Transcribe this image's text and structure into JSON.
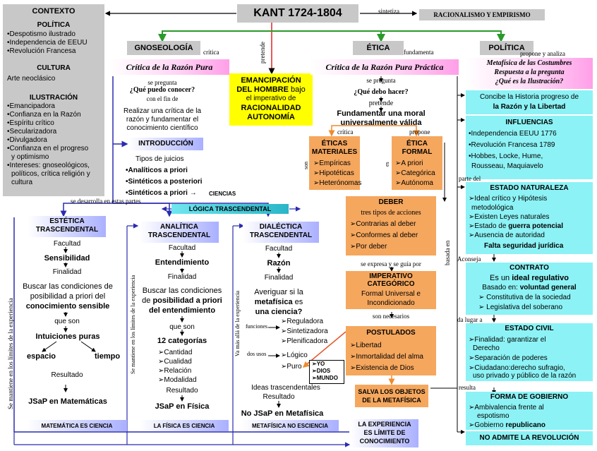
{
  "title": "KANT 1724-1804",
  "sintetiza": "sintetiza",
  "racionalismo": "RACIONALISMO Y EMPIRISMO",
  "contexto": {
    "title": "CONTEXTO",
    "politica_title": "POLÍTICA",
    "politica_items": [
      "•Despotismo ilustrado",
      "•Independencia de EEUU",
      "•Revolución Francesa"
    ],
    "cultura_title": "CULTURA",
    "cultura_text": "Arte neoclásico",
    "ilustracion_title": "ILUSTRACIÓN",
    "ilustracion_items": [
      "•Emancipadora",
      "•Confianza en la Razón",
      "•Espíritu crítico",
      "•Secularizadora",
      "•Divulgadora",
      "•Confianza en el progreso",
      "y optimismo",
      "•Intereses: gnoseológicos,",
      "políticos, crítica religión y",
      "cultura"
    ]
  },
  "gnoseologia": {
    "title": "GNOSEOLOGÍA",
    "critica": "crítica",
    "book": "Crítica de la Razón Pura",
    "se_pregunta": "se pregunta",
    "question": "¿Qué puedo conocer?",
    "con_el_fin": "con el fin de",
    "aim": [
      "Realizar una crítica de la",
      "razón y fundamentar el",
      "conocimiento científico"
    ],
    "intro_title": "INTRODUCCIÓN",
    "tipos": "Tipos de juicios",
    "juicios": [
      "•Analíticos a priori",
      "•Sintéticos a posteriori",
      "•Sintéticos a priori →"
    ],
    "ciencias": "CIENCIAS",
    "se_desarrolla": "se desarrolla en estas partes",
    "logica": "LÓGICA TRASCENDENTAL"
  },
  "pretende_top": "pretende",
  "emancipacion": {
    "l1": "EMANCIPACIÓN",
    "l2": "DEL HOMBRE",
    "l2b": "bajo",
    "l3": "el imperativo de",
    "l4": "RACIONALIDAD",
    "l5": "AUTONOMÍA"
  },
  "etica": {
    "title": "ÉTICA",
    "fundamenta": "fundamenta",
    "book": "Crítica de la Razón Pura Práctica",
    "se_pregunta": "se pregunta",
    "question": "¿Qué debo hacer?",
    "pretende": "pretende",
    "aim": [
      "Fundamentar una moral",
      "universalmente válida"
    ],
    "critica": "crítica",
    "propone": "propone",
    "materiales_title": [
      "ÉTICAS",
      "MATERIALES"
    ],
    "son": "son",
    "materiales_items": [
      "➢Empíricas",
      "➢Hipotéticas",
      "➢Heterónomas"
    ],
    "es": "es",
    "formal_title": [
      "ÉTICA",
      "FORMAL"
    ],
    "formal_items": [
      "➢A priori",
      "➢Categórica",
      "➢Autónoma"
    ],
    "deber_title": "DEBER",
    "deber_sub": "tres tipos de acciones",
    "deber_items": [
      "➢Contrarias al deber",
      "➢Conformes al deber",
      "➢Por deber"
    ],
    "se_expresa": "se expresa y se guía por",
    "imperativo": [
      "IMPERATIVO",
      "CATEGÓRICO"
    ],
    "imperativo_text": [
      "Formal Universal e",
      "Incondicionado"
    ],
    "son_necesarios": "son necesarios",
    "postulados_title": "POSTULADOS",
    "postulados_items": [
      "➢Libertad",
      "➢Inmortalidad del alma",
      "➢Existencia de Dios"
    ],
    "salva": [
      "SALVA LOS OBJETOS",
      "DE LA METAFÍSICA"
    ],
    "basada_en": "basada en"
  },
  "politica": {
    "title": "POLÍTICA",
    "propone": "propone y analiza",
    "book": [
      "Metafísica de las Costumbres",
      "Respuesta a la pregunta",
      "¿Qué es la Ilustración?"
    ],
    "historia": [
      "Concibe la Historia progreso de",
      "la Razón y la Libertad"
    ],
    "influencias_title": "INFLUENCIAS",
    "influencias_items": [
      "•Independencia EEUU 1776",
      "•Revolución Francesa 1789",
      "•Hobbes, Locke, Hume,",
      "Rousseau, Maquiavelo"
    ],
    "parte_del": "parte del",
    "naturaleza_title": "ESTADO NATURALEZA",
    "naturaleza_items": [
      "➢Ideal crítico y Hipótesis",
      "metodológica",
      "➢Existen Leyes naturales",
      "➢Estado de",
      "guerra potencial",
      "➢Ausencia de autoridad",
      "Falta seguridad jurídica"
    ],
    "aconseja": "Aconseja",
    "contrato_title": "CONTRATO",
    "contrato_l1": "Es un",
    "contrato_l1b": "ideal regulativo",
    "contrato_l2": "Basado en:",
    "contrato_l2b": "voluntad general",
    "contrato_items": [
      "➢  Constitutiva de la sociedad",
      "➢  Legislativa del soberano"
    ],
    "da_lugar": "da lugar a",
    "civil_title": "ESTADO CIVIL",
    "civil_items": [
      "➢Finalidad: garantizar el",
      "Derecho",
      "➢Separación de poderes",
      "➢Ciudadano:derecho sufragio,",
      "uso privado y público de la razón"
    ],
    "resulta": "resulta",
    "gobierno_title": "FORMA DE GOBIERNO",
    "gobierno_items": [
      "➢Ambivalencia frente al",
      "espotismo",
      "➢Gobierno",
      "republicano"
    ],
    "no_admite": "NO ADMITE LA REVOLUCIÓN"
  },
  "estetica": {
    "title": [
      "ESTÉTICA",
      "TRASCENDENTAL"
    ],
    "facultad": "Facultad",
    "facultad_val": "Sensibilidad",
    "finalidad": "Finalidad",
    "fin_text": [
      "Buscar las condiciones de",
      "posibilidad a priori del"
    ],
    "fin_bold": "conocimiento sensible",
    "que_son": "que son",
    "intuiciones": "Intuiciones puras",
    "espacio": "espacio",
    "tiempo": "tiempo",
    "resultado": "Resultado",
    "jsap": "JSaP en Matemáticas",
    "footer": "MATEMÁTICA ES CIENCIA",
    "side": "Se mantiene en los límites de la experiencia"
  },
  "analitica": {
    "title": [
      "ANALÍTICA",
      "TRASCENDENTAL"
    ],
    "facultad": "Facultad",
    "facultad_val": "Entendimiento",
    "finalidad": "Finalidad",
    "fin_text": [
      "Buscar las condiciones",
      "de"
    ],
    "fin_bold": [
      "posibilidad a priori",
      "del entendimiento"
    ],
    "que_son": "que son",
    "categorias": "12 categorías",
    "items": [
      "➢Cantidad",
      "➢Cualidad",
      "➢Relación",
      "➢Modalidad"
    ],
    "resultado": "Resultado",
    "jsap": "JSaP en Física",
    "footer": "LA FÍSICA ES CIENCIA",
    "side": "Se mantiene en los límites de la experiencia"
  },
  "dialectica": {
    "title": [
      "DIALÉCTICA",
      "TRASCENDENTAL"
    ],
    "facultad": "Facultad",
    "facultad_val": "Razón",
    "finalidad": "Finalidad",
    "fin_text": "Averiguar si la",
    "fin_bold": [
      "metafísica",
      "es",
      "una ciencia?"
    ],
    "funciones": "funciones",
    "funciones_items": [
      "➢Reguladora",
      "➢Sintetizadora",
      "➢Plenificadora"
    ],
    "dos_usos": "dos usos",
    "usos_items": [
      "➢Lógico",
      "➢Puro"
    ],
    "ideas": [
      "➢YO",
      "➢DIOS",
      "➢MUNDO"
    ],
    "ideas_label": "Ideas trascendentales",
    "resultado": "Resultado",
    "jsap": "No JSaP en Metafísica",
    "footer": "METAFÍSICA NO ESCIENCIA",
    "side": "Va más allá de la experiencia"
  },
  "experiencia": [
    "LA EXPERIENCIA",
    "ES LÍMITE DE",
    "CONOCIMIENTO"
  ]
}
